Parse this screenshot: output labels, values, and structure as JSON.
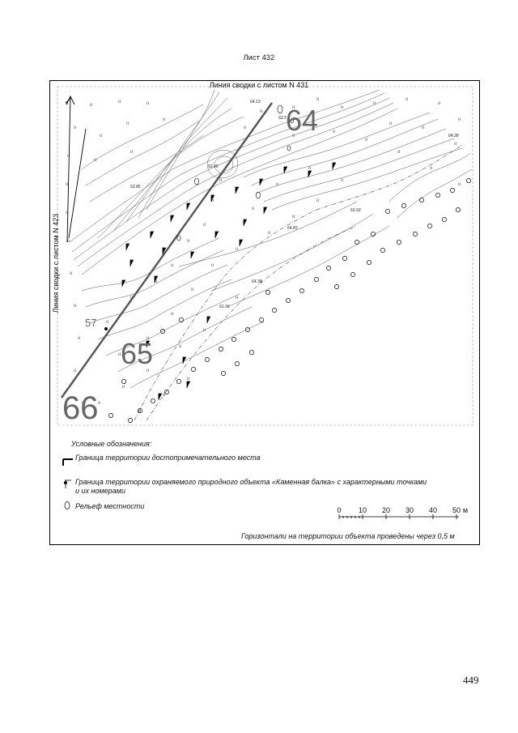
{
  "sheet": {
    "title": "Лист 432",
    "page_number": "449"
  },
  "map": {
    "top_edge_label": "Линия сводки с листом N 431",
    "left_edge_label": "Линия сводки с листом N 423",
    "point_numbers": [
      "64",
      "65",
      "66",
      "57"
    ],
    "elevation_labels": [
      "64.13",
      "62.5",
      "52.45",
      "52.85",
      "64.28",
      "63.93",
      "64.83",
      "64.31",
      "61.56"
    ]
  },
  "legend": {
    "title": "Условные обозначения:",
    "items": [
      "Граница территории достопримечательного места",
      "Граница территории охраняемого природного объекта «Каменная балка» с характерными точками и их номерами",
      "Рельеф местности"
    ]
  },
  "scale_bar": {
    "ticks": [
      "0",
      "10",
      "20",
      "30",
      "40",
      "50"
    ],
    "unit": "м"
  },
  "contour_note": "Горизонтали на территории объекта проведены через 0,5 м"
}
